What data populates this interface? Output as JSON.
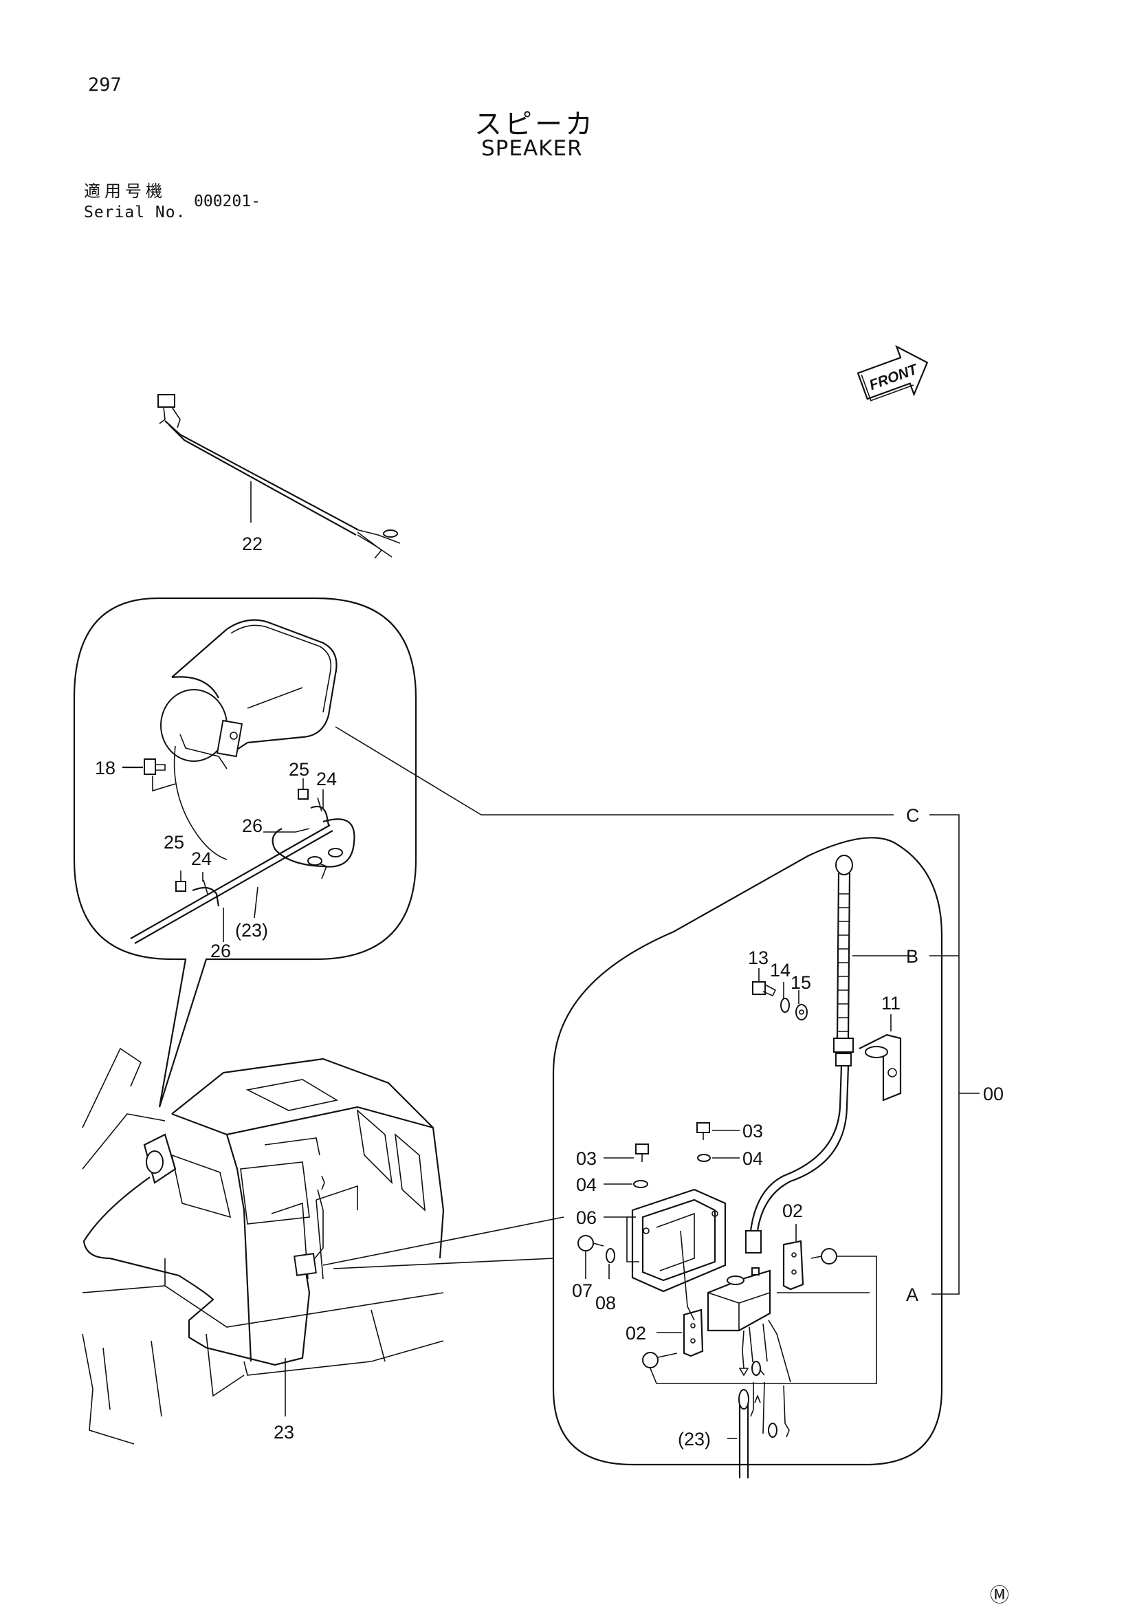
{
  "header": {
    "page_number": "297",
    "title_jp": "スピーカ",
    "title_en": "SPEAKER",
    "serial_label_jp": "適用号機",
    "serial_label_en": "Serial No.",
    "serial_value": "000201-"
  },
  "front_arrow_label": "FRONT",
  "part_labels": {
    "p22": "22",
    "p18": "18",
    "p25a": "25",
    "p24a": "24",
    "p26a": "26",
    "p25b": "25",
    "p24b": "24",
    "p23a": "(23)",
    "p26b": "26",
    "p23": "23",
    "p13": "13",
    "p14": "14",
    "p15": "15",
    "p11": "11",
    "p03a": "03",
    "p04a": "04",
    "p03b": "03",
    "p04b": "04",
    "p06": "06",
    "p02a": "02",
    "p07": "07",
    "p08": "08",
    "p02b": "02",
    "p23b": "(23)"
  },
  "callouts": {
    "A": "A",
    "B": "B",
    "C": "C",
    "assembly": "00"
  },
  "footer_mark": "Ⓜ"
}
